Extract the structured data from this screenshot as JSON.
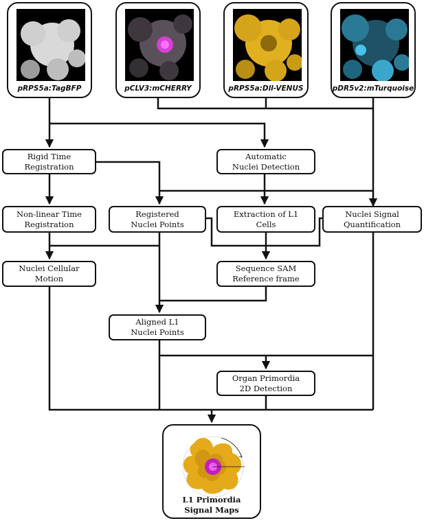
{
  "images": [
    {
      "caption": "pRPS5a:TagBFP",
      "color": "#e6e6e6"
    },
    {
      "caption": "pCLV3:mCHERRY",
      "color": "#9a7c9a"
    },
    {
      "caption": "pRPS5a:Dll-VENUS",
      "color": "#f2c21b"
    },
    {
      "caption": "pDR5v2:mTurquoise",
      "color": "#4ec0e6"
    }
  ],
  "steps": {
    "rigid": "Rigid Time\nRegistration",
    "auto": "Automatic\nNuclei Detection",
    "nonlinear": "Non-linear Time\nRegistration",
    "registered": "Registered\nNuclei Points",
    "extraction": "Extraction of L1\nCells",
    "signal": "Nuclei Signal\nQuantification",
    "motion": "Nuclei Cellular\nMotion",
    "sequence": "Sequence SAM\nReference frame",
    "aligned": "Aligned L1\nNuclei Points",
    "organ": "Organ Primordia\n2D Detection"
  },
  "output": {
    "label": "L1 Primordia\nSignal Maps",
    "map_color": "#e4aa1a",
    "center_color": "#c21fc2"
  }
}
